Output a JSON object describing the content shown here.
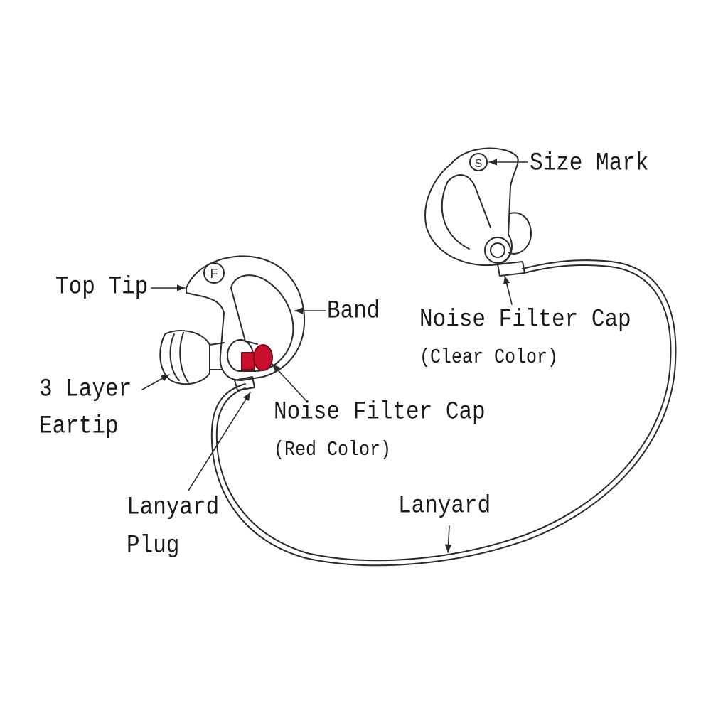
{
  "diagram": {
    "labels": {
      "top_tip": "Top Tip",
      "band": "Band",
      "eartip_line1": "3 Layer",
      "eartip_line2": "Eartip",
      "red_cap": "Noise Filter Cap",
      "red_cap_note": "(Red Color)",
      "plug_line1": "Lanyard",
      "plug_line2": "Plug",
      "lanyard": "Lanyard",
      "size_mark": "Size Mark",
      "clear_cap": "Noise Filter Cap",
      "clear_cap_note": "(Clear Color)"
    },
    "marks": {
      "left": "F",
      "right": "S"
    },
    "colors": {
      "line": "#2a2a2a",
      "red_filter": "#c8102e"
    }
  }
}
